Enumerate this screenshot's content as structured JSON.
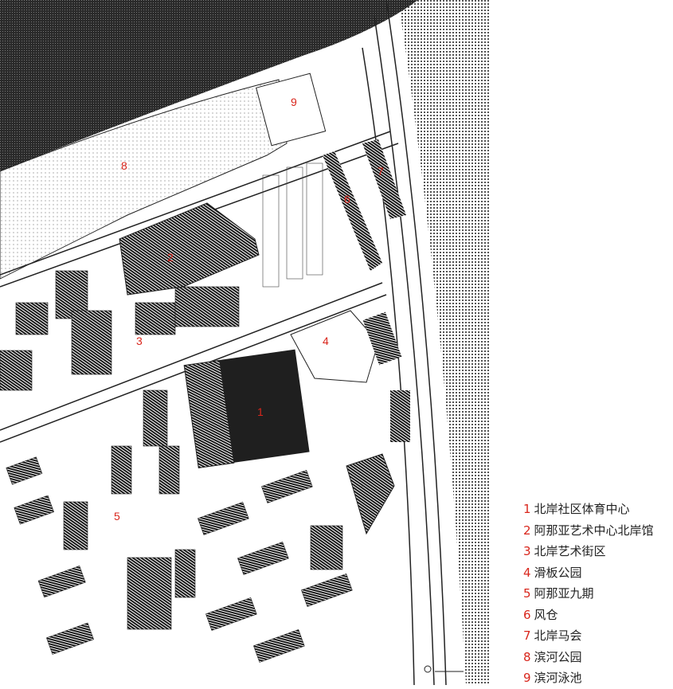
{
  "map": {
    "labels": [
      {
        "id": "1",
        "text": "1"
      },
      {
        "id": "2",
        "text": "2"
      },
      {
        "id": "3",
        "text": "3"
      },
      {
        "id": "4",
        "text": "4"
      },
      {
        "id": "5",
        "text": "5"
      },
      {
        "id": "6",
        "text": "6"
      },
      {
        "id": "7",
        "text": "7"
      },
      {
        "id": "8",
        "text": "8"
      },
      {
        "id": "9",
        "text": "9"
      }
    ],
    "colors": {
      "label": "#d9261c",
      "ink": "#1a1a1a",
      "paper": "#ffffff"
    }
  },
  "legend": {
    "items": [
      {
        "num": "1",
        "name": "北岸社区体育中心"
      },
      {
        "num": "2",
        "name": "阿那亚艺术中心北岸馆"
      },
      {
        "num": "3",
        "name": "北岸艺术街区"
      },
      {
        "num": "4",
        "name": "滑板公园"
      },
      {
        "num": "5",
        "name": "阿那亚九期"
      },
      {
        "num": "6",
        "name": "风仓"
      },
      {
        "num": "7",
        "name": "北岸马会"
      },
      {
        "num": "8",
        "name": "滨河公园"
      },
      {
        "num": "9",
        "name": "滨河泳池"
      }
    ]
  }
}
